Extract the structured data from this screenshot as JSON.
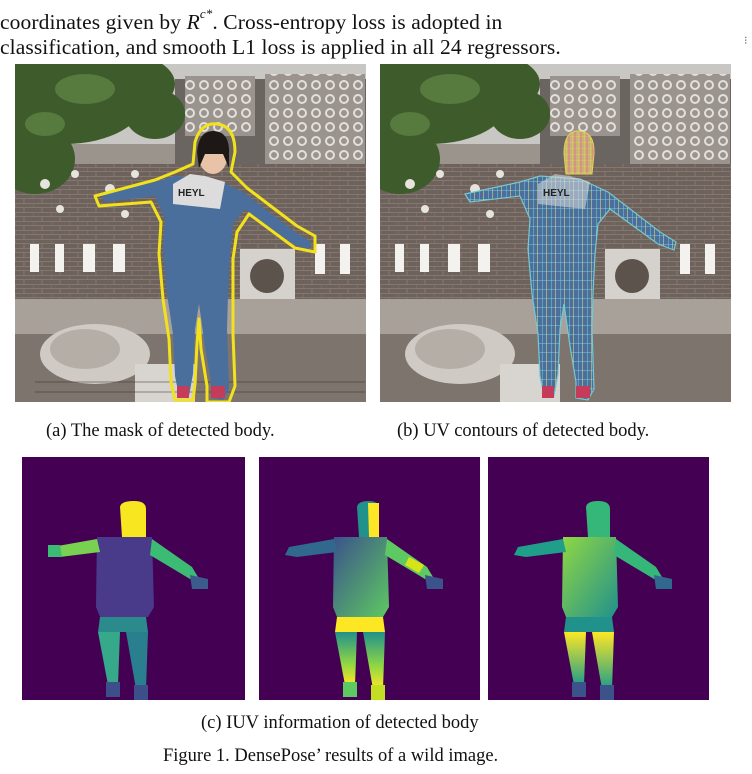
{
  "paragraph": {
    "line1_prefix": "coordinates given by",
    "line1_symbol_base": "R",
    "line1_symbol_sup": "c*",
    "line1_suffix": ". Cross-entropy loss is adopted in",
    "line2": "classification, and smooth L1 loss is applied in all 24 regressors."
  },
  "figure": {
    "subcaption_a": "(a) The mask of detected body.",
    "subcaption_b": "(b) UV contours of detected body.",
    "subcaption_c": "(c) IUV information of detected body",
    "title": "Figure 1. DensePose’ results of a wild image.",
    "shirt_text": "HEYL",
    "colors": {
      "iuv_background": "#440154",
      "mask_outline": "#f2e21d",
      "brick_wall": "#6e625d",
      "foliage": "#3d5a2a",
      "denim": "#4a6f9c"
    }
  }
}
